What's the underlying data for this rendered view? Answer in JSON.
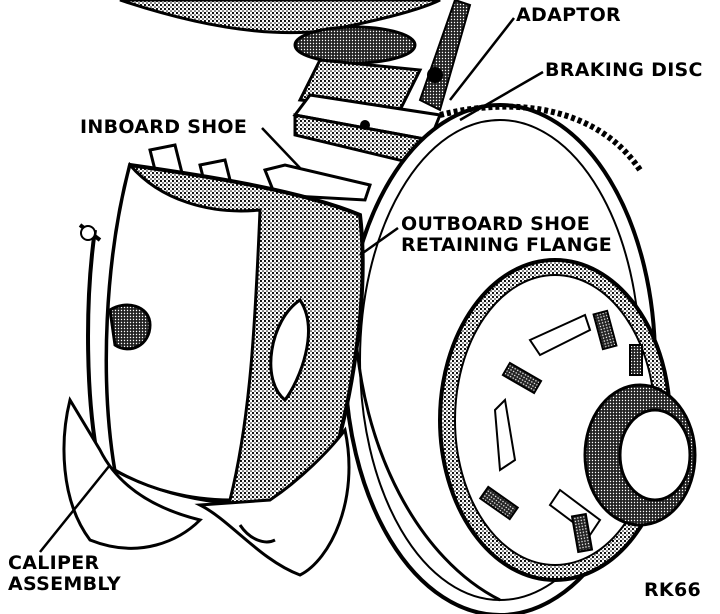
{
  "labels": {
    "adaptor": "ADAPTOR",
    "braking_disc": "BRAKING DISC",
    "inboard_shoe": "INBOARD SHOE",
    "outboard_line1": "OUTBOARD SHOE",
    "outboard_line2": "RETAINING FLANGE",
    "caliper_line1": "CALIPER",
    "caliper_line2": "ASSEMBLY",
    "figure_code": "RK66"
  },
  "colors": {
    "ink": "#000000",
    "paper": "#ffffff",
    "shade": "#555555"
  }
}
